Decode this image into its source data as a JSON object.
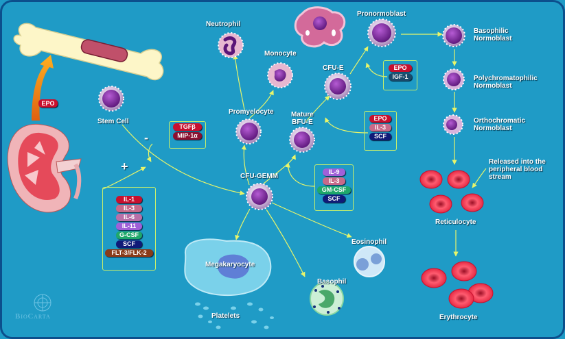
{
  "labels": {
    "stem_cell": "Stem Cell",
    "cfu_gemm": "CFU-GEMM",
    "promyelocyte": "Promyelocyte",
    "neutrophil": "Neutrophil",
    "monocyte": "Monocyte",
    "mature_bfu_e": "Mature\nBFU-E",
    "cfu_e": "CFU-E",
    "pronormoblast": "Pronormoblast",
    "basophilic": "Basophilic\nNormoblast",
    "polychromatophilic": "Polychromatophilic\nNormoblast",
    "orthochromatic": "Orthochromatic\nNormoblast",
    "released": "Released into the\nperipheral blood\nstream",
    "reticulocyte": "Reticulocyte",
    "erythrocyte": "Erythrocyte",
    "megakaryocyte": "Megakaryocyte",
    "platelets": "Platelets",
    "basophil": "Basophil",
    "eosinophil": "Eosinophil",
    "epo_kidney": "EPO",
    "minus": "-",
    "plus": "+"
  },
  "factor_groups": {
    "inhibitors": [
      "TGFβ",
      "MIP-1α"
    ],
    "stimulators": [
      "IL-1",
      "IL-3",
      "IL-6",
      "IL-11",
      "G-CSF",
      "SCF",
      "FLT-3/FLK-2"
    ],
    "cfu_gemm_factors": [
      "IL-9",
      "IL-3",
      "GM-CSF",
      "SCF"
    ],
    "bfu_e_factors": [
      "EPO",
      "IL-3",
      "SCF"
    ],
    "cfu_e_factors": [
      "EPO",
      "IGF-1"
    ]
  },
  "logo": "BioCarta",
  "colors": {
    "background": "#1f9bc6",
    "arrow": "#e8f56a",
    "cell_purple": "#7a2a9a",
    "red_cell": "#e8243e"
  }
}
